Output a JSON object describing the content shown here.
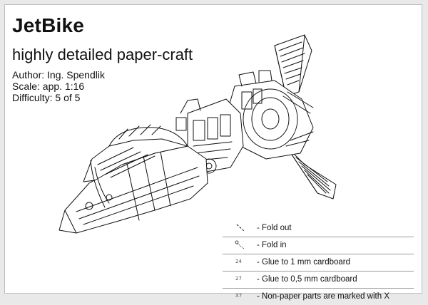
{
  "header": {
    "title": "JetBike",
    "subtitle": "highly detailed paper-craft"
  },
  "meta": {
    "author": "Author: Ing. Spendlik",
    "scale": "Scale: app. 1:16",
    "difficulty": "Difficulty: 5 of 5"
  },
  "legend": {
    "items": [
      {
        "mark": "",
        "text": "- Fold out",
        "icon": "fold-out-line-icon"
      },
      {
        "mark": "",
        "text": "- Fold in",
        "icon": "fold-in-line-icon"
      },
      {
        "mark": "24",
        "text": "- Glue to 1 mm cardboard",
        "icon": "glue-1mm-marker-icon"
      },
      {
        "mark": "27",
        "text": "- Glue to 0,5 mm cardboard",
        "icon": "glue-05mm-marker-icon"
      },
      {
        "mark": "X7",
        "text": "- Non-paper parts are marked with X",
        "icon": "non-paper-marker-icon"
      }
    ]
  },
  "colors": {
    "ink": "#111111",
    "paper": "#ffffff",
    "frame": "#bdbdbd"
  }
}
